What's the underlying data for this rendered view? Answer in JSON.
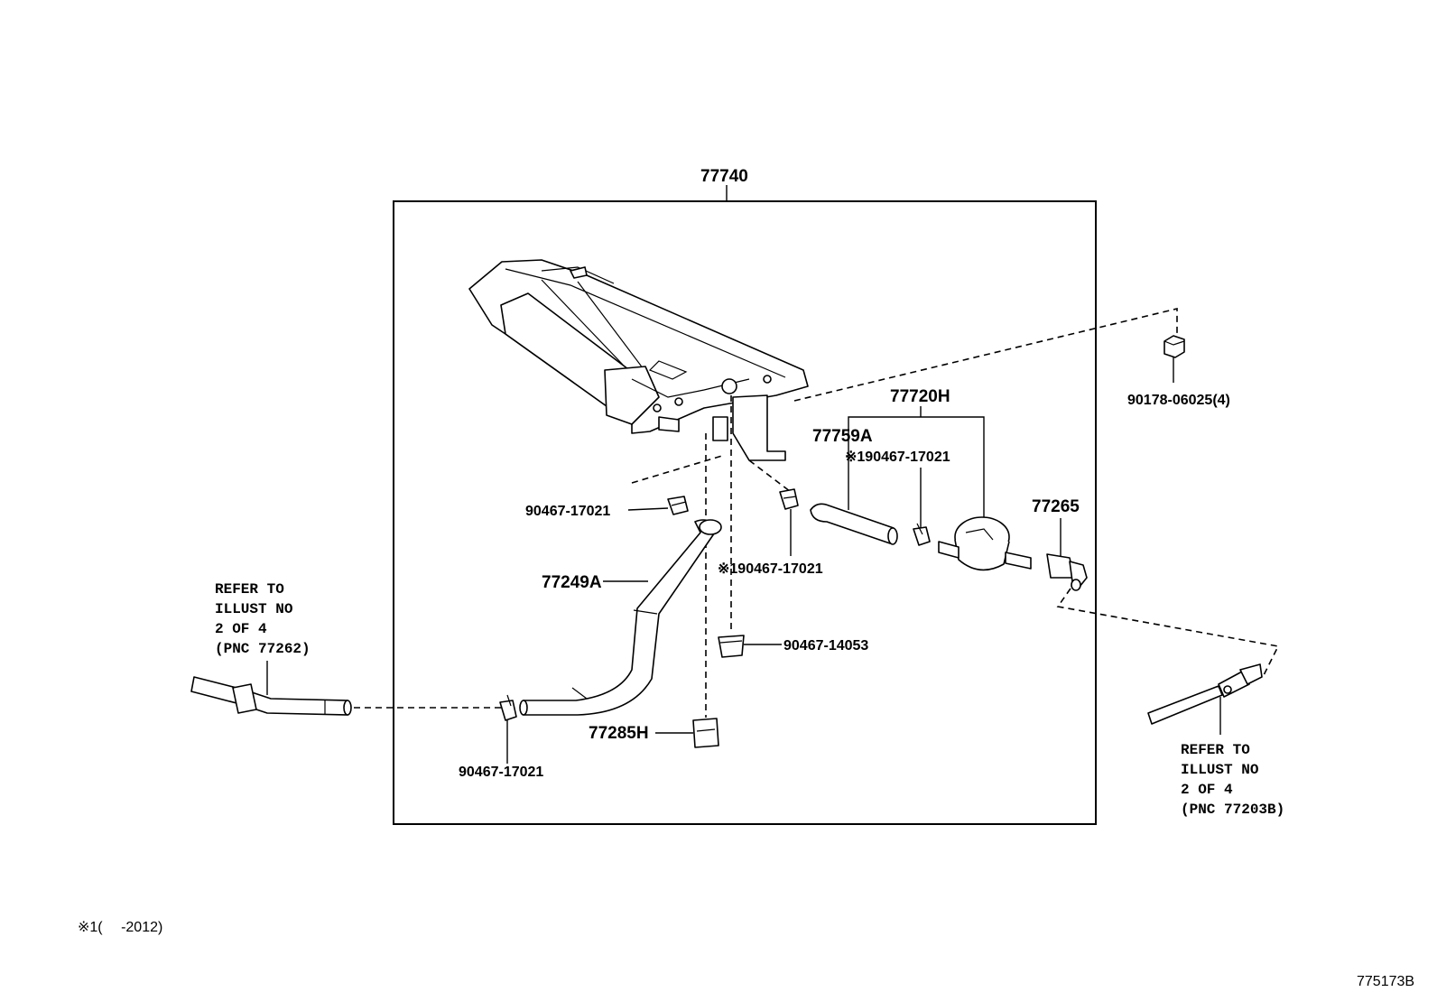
{
  "assembly": {
    "part_no": "77740"
  },
  "callouts": {
    "p77720h": "77720H",
    "p77759a": "77759A",
    "p77759a_clamp": "※190467-17021",
    "p90178": "90178-06025(4)",
    "p77265": "77265",
    "p90467_top_left": "90467-17021",
    "p90467_mid": "※190467-17021",
    "p77249a": "77249A",
    "p90467_14053": "90467-14053",
    "p77285h": "77285H",
    "p90467_bottom": "90467-17021"
  },
  "refer_left": {
    "lines": [
      "REFER TO",
      "ILLUST NO",
      "2 OF 4",
      "(PNC 77262)"
    ]
  },
  "refer_right": {
    "lines": [
      "REFER TO",
      "ILLUST NO",
      "2 OF 4",
      "(PNC 77203B)"
    ]
  },
  "footnote": "※1(　 -2012)",
  "illustration_id": "775173B"
}
